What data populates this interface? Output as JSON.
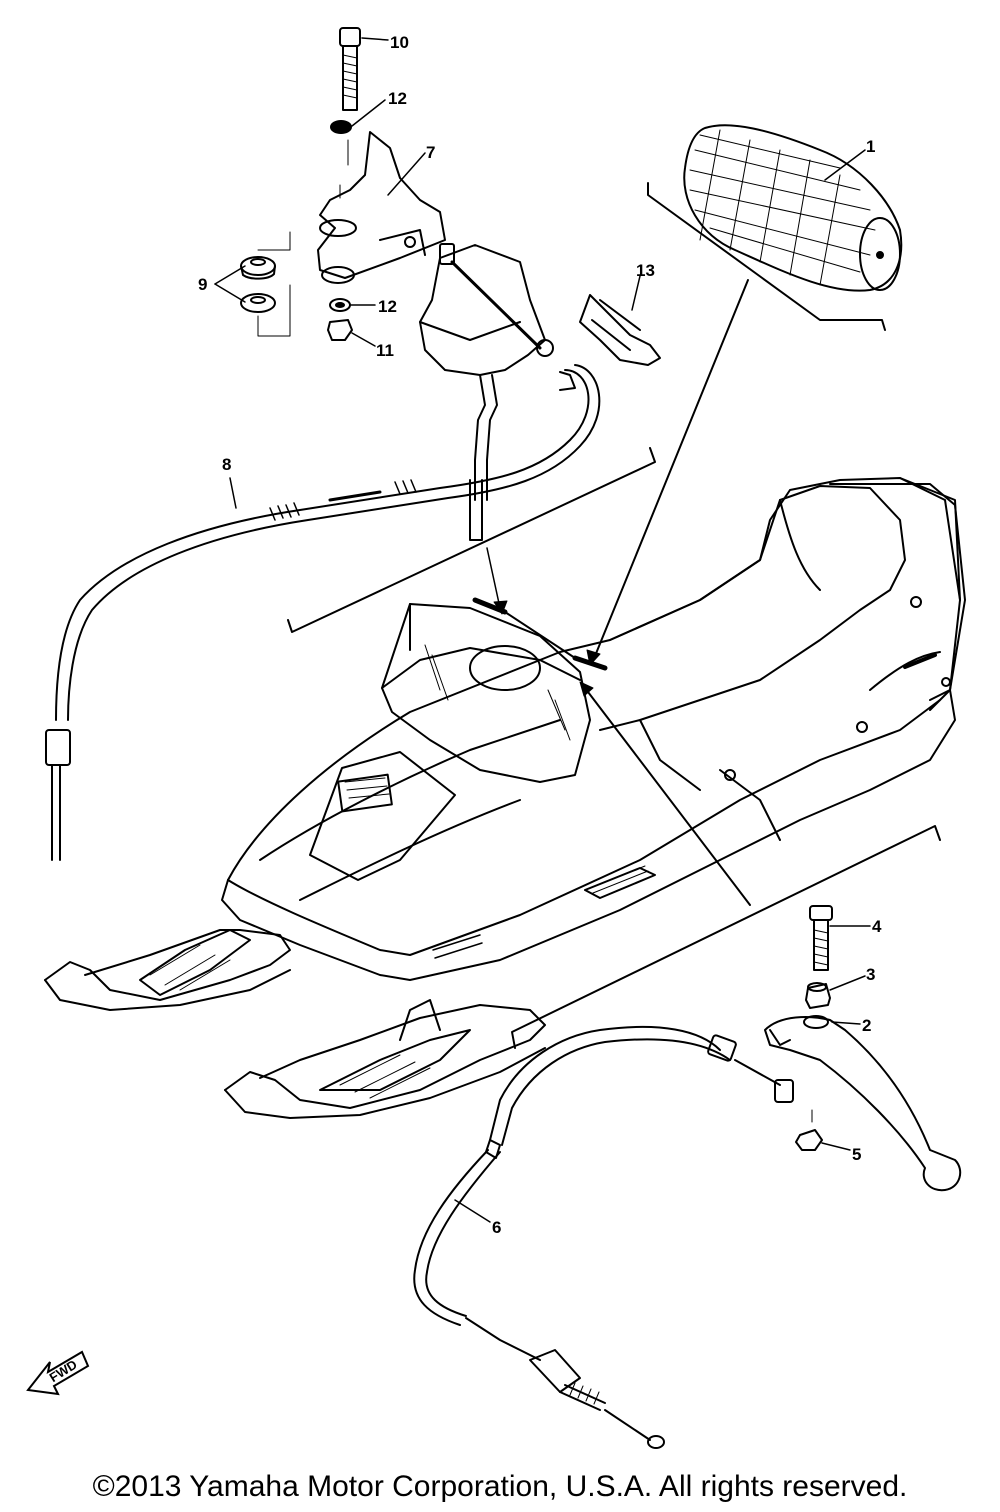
{
  "diagram": {
    "callouts": [
      {
        "id": "1",
        "label": "1"
      },
      {
        "id": "2",
        "label": "2"
      },
      {
        "id": "3",
        "label": "3"
      },
      {
        "id": "4",
        "label": "4"
      },
      {
        "id": "5",
        "label": "5"
      },
      {
        "id": "6",
        "label": "6"
      },
      {
        "id": "7",
        "label": "7"
      },
      {
        "id": "8",
        "label": "8"
      },
      {
        "id": "9",
        "label": "9"
      },
      {
        "id": "10",
        "label": "10"
      },
      {
        "id": "11",
        "label": "11"
      },
      {
        "id": "12a",
        "label": "12"
      },
      {
        "id": "12b",
        "label": "12"
      },
      {
        "id": "13",
        "label": "13"
      }
    ],
    "direction_marker": "FWD"
  },
  "footer": {
    "copyright": "©2013 Yamaha Motor Corporation, U.S.A. All rights reserved."
  }
}
